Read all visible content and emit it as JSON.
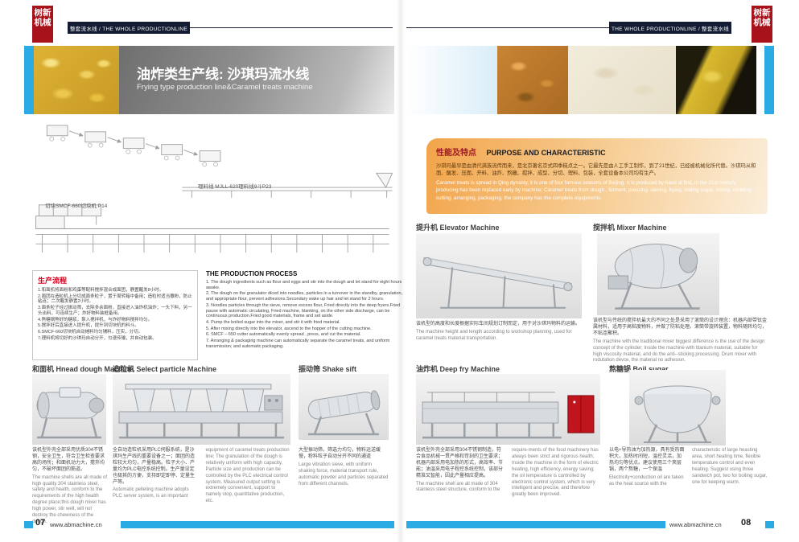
{
  "brand": {
    "logo_text": "树新机械"
  },
  "header": {
    "left_tagline": "整套流水线 / THE WHOLE PRODUCTIONLINE",
    "right_tagline": "THE WHOLE PRODUCTIONLINE / 整套流水线"
  },
  "hero": {
    "title_cn": "油炸类生产线: 沙琪玛流水线",
    "title_en": "Frying type production line&Caramel treats machine"
  },
  "diagram": {
    "label_arrange_line": "理料线  MJLL-620理料线9斗P23",
    "label_cutter": "切块SMCF-660切块机 P14"
  },
  "purpose": {
    "heading_cn": "性能及特点",
    "heading_en": "PURPOSE AND CHARACTERISTIC",
    "body_cn": "沙琪玛最早是由清代满族流传而来，是北京著名京式四季糕点之一。它最先是由人工手工制作，到了21世纪，已经被机械化所代替。沙琪玛从和面、醒发、压面、开料、油炸、熬糖、搅拌、成型、分切、理料、包装，全套设备本公司均有生产。",
    "body_en": "Caramel treats is spread in Qing dynasty, it is one of four famous seasons of Beijing. It is produced by hand at first, in the 21st century, producing has been replaced early by machine; Caramel treats from dough , ferment, pressing, sieving, frying, boiling sugar, mixing, molding, cutting, arranging, packaging, the company has the complete equipments;"
  },
  "process": {
    "heading_cn": "生产流程",
    "steps_cn": [
      "1.和面机将面粉和鸡蛋等配料搅拌混合成面团，静置醒发8小时。",
      "2.面团在造粒机上分切成面条粒子，置于周转箱中备用；造粒时适当撒粉，防止粘连；二次醒发静置2小时。",
      "3.面条粒子经过振动筛，去除多余面粉，直接进入油炸机油炸；一头下料，另一头出料，可连续生产；炸好物料装框备用。",
      "4.熬糖锅熬好的糖浆，泵入搅拌机，与炸好物料搅拌均匀。",
      "5.搅拌好后直接进入提升机，提升到切块机的料斗。",
      "6.SMCF-660切块机自动摊料均匀铺料，压实，分切。",
      "7.理料机将切好的沙琪玛自动分开，匀速传输，并自动包装。"
    ],
    "heading_en": "THE PRODUCTION PROCESS",
    "steps_en": [
      "1. The dough ingredients such as flour and eggs and stir into the dough and let stand for eight hours awake.",
      "2. The dough on the granulator diced into noodles, particles in a turnover in the standby, granulation, and appropriate flour, prevent adhesions.Secondary wake up hair and let stand for 2 hours.",
      "3. Noodles particles through the sieve, remove excess flour, Fried directly into the deep fryers.Fried pause with automatic circulating, Fried machine, blanking, on the other side discharge, can be continuous production.Fried good materials, frame and set aside.",
      "4. Pump the boiled sugar into the mixer, and stir it with fried material.",
      "5. After mixing directly into the elevator, ascend to the hopper of the cutting machine.",
      "6. SMCF – 650 cutter automatically evenly spread , press, and cut the material.",
      "7. Arranging & packaging machine can automatically separate the caramel treats, and uniform transmission; and automatic packaging."
    ]
  },
  "machines": {
    "elevator": {
      "title": "提升机 Elevator Machine",
      "desc_cn": "该机型的高度和长度根据实际车间规划订制而定，用于对沙琪玛物料的运输。",
      "desc_en": "The machine height and length according to workshop planning, used for caramel treats material transportation."
    },
    "mixer": {
      "title": "搅拌机 Mixer Machine",
      "desc_cn": "该机型与传统的搅拌机最大的不同之处是采用了滚筒的设计理念：机器内部带钛金属材料，适用于高粘度物料，并做了防粘处理。滚筒带旋转装置，物料随转均匀，不粘连聚积。",
      "desc_en": "The machine with the traditional mixer biggest difference is the use of the design concept of the cylinder; Inside the machine with titanium material, suitable for high viscosity material, and do the anti--sticking processing. Drum mixer with rodutation devce, the material no adhesion."
    },
    "dough": {
      "title": "和面机 Hnead dough Machine",
      "desc_cn": "该机型外壳全部采用优质304不锈钢，安全卫生，符合卫生检查要求高的场所；和面机动力大，搅拌均匀，不破坏面团的筋道。",
      "desc_en": "The machine shells are all made of high quality 304 stainless steel, safety and health, conform to the requirements of the high health degree place;this dough mixer has high power, stir well, will not destroy the chewiness of the dough."
    },
    "particle": {
      "title": "造粒机 Select particle Machine",
      "desc_cn": "全自动造粒机采用PLC伺服系统，是沙琪玛生产线的重要设备之一；面团的造粒较大均匀，产量稳高。粒子大小、产量均为PLC电控系统控制。生产量设定也极其的方便，支持即定即停、定量生产等。",
      "desc_en": "Automatic pelleting machine adopts PLC server system, is an important equipment of caramel treats production line; The granulation of the dough is relatively uniform with high capacity, Particle size and production can be controlled by the PLC electrical control system. Measured output setting is extremely convenient, support to namely stop, quantitative production, etc."
    },
    "sift": {
      "title": "振动筛 Shake sift",
      "desc_cn": "大型振动筛，筛选力均匀，物料运送缓慢，粉料粒子自动分开不同的通道",
      "desc_en": "Large vibration sieve, with uniform shaking force, material transport rule, automatic powder and particles separated from different channels."
    },
    "fry": {
      "title": "油炸机 Deep fry Machine",
      "desc_cn": "该机型外壳全部采用304不锈钢制造，符合食品机械一贯严格和苛刻的卫生要求；机器内部采用电加热的形式，高效率、节能；油温采用电子程控系统控制，该部分精准又智能，因此产量相应提高。",
      "desc_en": "The machine shell are all made of 304 stainless steel structure, conform to the require-ments of the food machinery has always been strict and rigorous health; Inside the machine in the form of electric heating, high efficiency, energy saving; the oil temperature is controlled by electronic control system, which is very intelligent and precise, and therefore greatly been improved."
    },
    "sugar": {
      "title": "熬糖锅 Boil sugar",
      "desc_cn": "以电+导热油为加热源，具有受热面积大，加热时间短，温控灵活，加热均匀等优点。建议使用三个夹层锅，两个熬糖，一个保温",
      "desc_en": "Electricity+conduction oil are taken as the heat source with the characteristic of large heasting area, short heating time, flexible temperature control and even heating. Suggest using three sandwich pot, two for boiling sugar, one for keeping warm."
    }
  },
  "footer": {
    "page_left": "07",
    "page_right": "08",
    "site": "www.abmachine.cn"
  },
  "colors": {
    "accent_blue": "#2aabe3",
    "brand_red": "#a8121b",
    "navy_bar": "#131c33",
    "purpose_orange": "#f2a44a"
  }
}
